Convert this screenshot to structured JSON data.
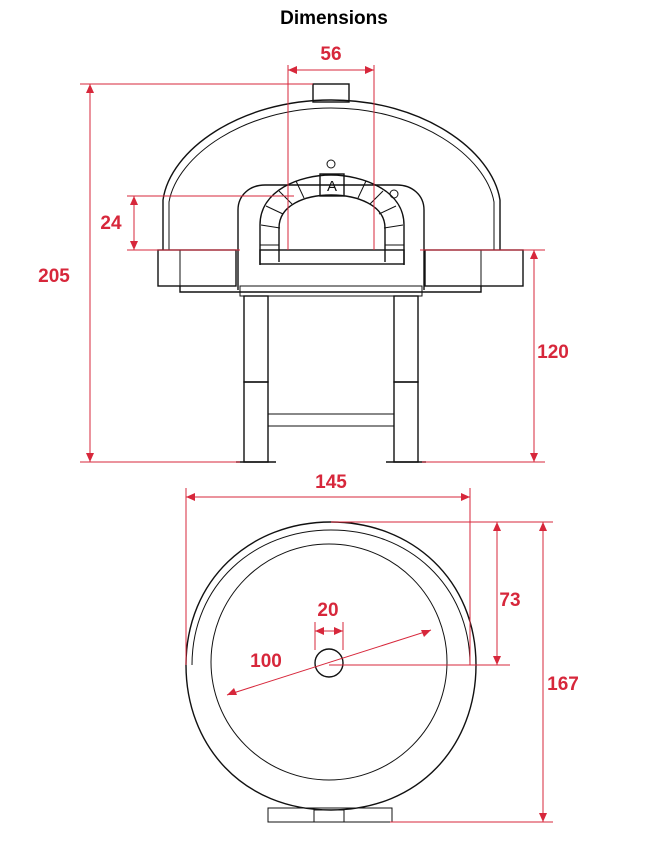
{
  "title": "Dimensions",
  "colors": {
    "dimension": "#d7273b",
    "outline": "#111111",
    "background": "#ffffff"
  },
  "oven_badge": "A",
  "front_view": {
    "opening_width": "56",
    "opening_height": "24",
    "total_height": "205",
    "base_height": "120"
  },
  "top_view": {
    "total_width": "145",
    "total_depth": "167",
    "front_depth": "73",
    "flue_diameter": "20",
    "floor_diameter": "100"
  }
}
